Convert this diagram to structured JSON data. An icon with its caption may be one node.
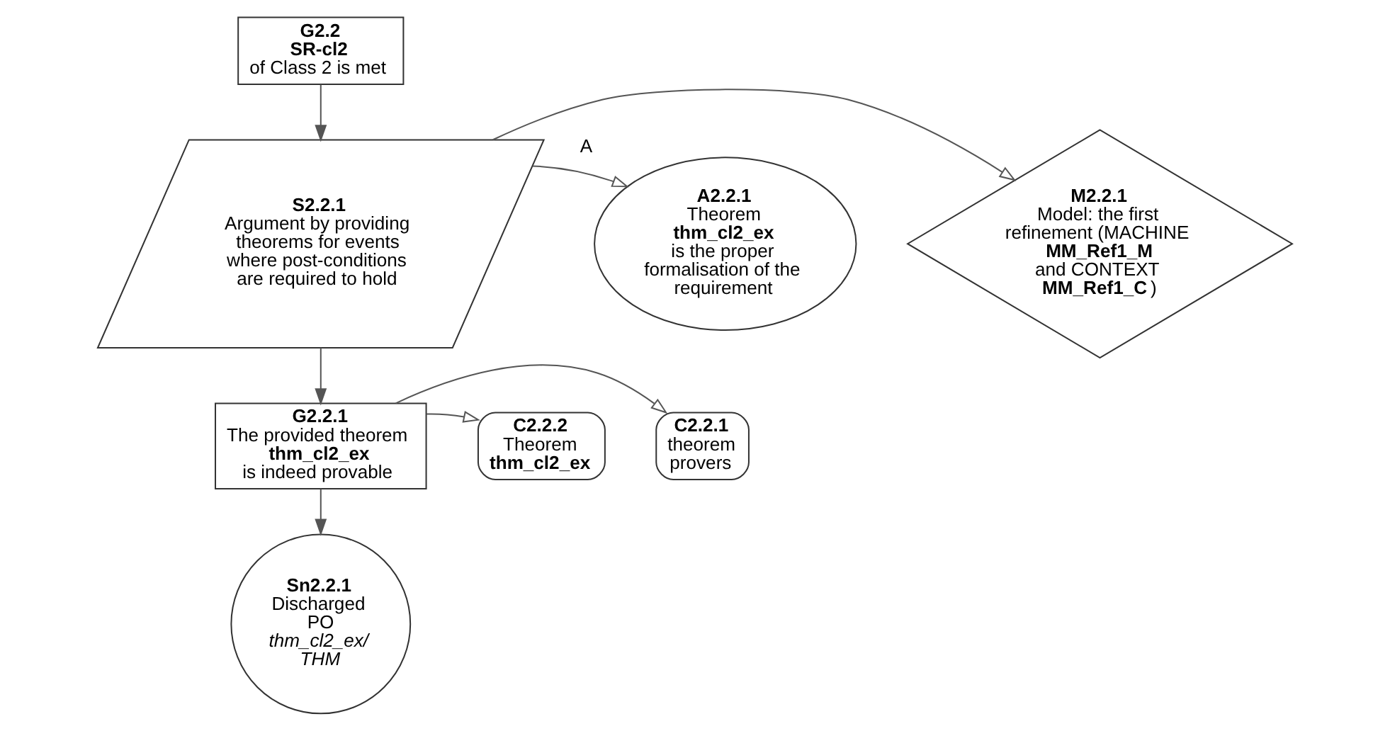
{
  "diagram": {
    "nodes": [
      {
        "text": [
          "G2.2",
          "**SR-cl2** of Class 2 is met"
        ]
      },
      {
        "text": [
          "M2.2.1",
          "Model: the first refinement (MACHINE **MM_Ref1_M** and CONTEXT **MM_Ref1_C**)"
        ]
      },
      {
        "text": [
          "S2.2.1",
          "Argument by providing theorems for events where post-conditions are required to hold"
        ]
      },
      {
        "text": [
          "A2.2.1",
          "Theorem **thm_cl2_ex** is the proper formalisation of the requirement"
        ],
        "beside": [
          "A"
        ]
      },
      {
        "text": [
          "C2.2.1",
          "theorem provers"
        ]
      },
      {
        "text": [
          "G2.2.1",
          "The provided theorem **thm_cl2_ex** is indeed provable"
        ]
      },
      {
        "text": [
          "C2.2.2",
          "Theorem **thm_cl2_ex**"
        ]
      },
      {
        "text": [
          "Sn2.2.1",
          "Discharged PO *thm_cl2_ex/ THM*"
        ]
      }
    ],
    "edges": [
      {
        "from": 0,
        "to": 2,
        "arrow": "to"
      },
      {
        "from": 2,
        "to": 1,
        "arrow": "to"
      },
      {
        "from": 2,
        "to": 3,
        "arrow": "to"
      },
      {
        "from": 2,
        "to": 5,
        "arrow": "to"
      },
      {
        "from": 5,
        "to": 4,
        "arrow": "to"
      },
      {
        "from": 5,
        "to": 6,
        "arrow": "to"
      },
      {
        "from": 5,
        "to": 7,
        "arrow": "to"
      }
    ]
  }
}
